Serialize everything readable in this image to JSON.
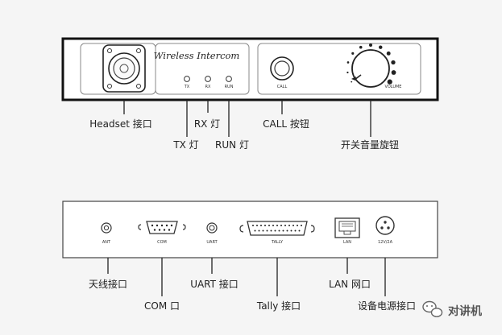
{
  "front_panel": {
    "brand": "Wireless Intercom",
    "led_tx": "TX",
    "led_rx": "RX",
    "led_run": "RUN",
    "call_caption": "CALL",
    "volume_caption": "VOLUME",
    "labels": {
      "headset": "Headset 接口",
      "rx": "RX 灯",
      "tx": "TX 灯",
      "run": "RUN 灯",
      "call": "CALL 按钮",
      "volume": "开关音量旋钮"
    }
  },
  "back_panel": {
    "ant_caption": "ANT",
    "com_caption": "COM",
    "uart_caption": "UART",
    "tally_caption": "TALLY",
    "lan_caption": "LAN",
    "power_caption": "12V/2A",
    "labels": {
      "antenna": "天线接口",
      "com": "COM 口",
      "uart": "UART 接口",
      "tally": "Tally 接口",
      "lan": "LAN 网口",
      "power": "设备电源接口"
    }
  },
  "watermark": {
    "text": "对讲机",
    "icon": "wechat-icon"
  }
}
